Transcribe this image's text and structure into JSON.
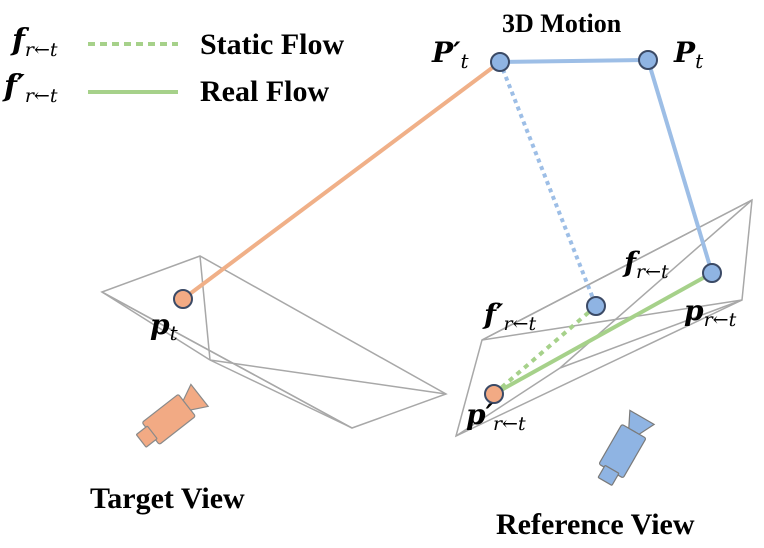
{
  "legend": {
    "static": {
      "symbol": "f",
      "prime": "",
      "subscript": "r←t",
      "label": "Static Flow"
    },
    "real": {
      "symbol": "f",
      "prime": "′",
      "subscript": "r←t",
      "label": "Real Flow"
    }
  },
  "labels": {
    "motion_title": "3D Motion",
    "P_prime_t": {
      "base": "P",
      "prime": "′",
      "subscript": "t"
    },
    "P_t": {
      "base": "P",
      "subscript": "t"
    },
    "p_t": {
      "base": "p",
      "subscript": "t"
    },
    "f_prime_rt": {
      "base": "f",
      "prime": "′",
      "subscript": "r←t"
    },
    "f_rt": {
      "base": "f",
      "subscript": "r←t"
    },
    "p_prime_rt": {
      "base": "p",
      "prime": "′",
      "subscript": "r←t"
    },
    "p_rt": {
      "base": "p",
      "subscript": "r←t"
    },
    "target_view": "Target View",
    "reference_view": "Reference View"
  },
  "colors": {
    "orange": "#F2AA84",
    "orange_line": "#F0B088",
    "blue": "#8FB4E3",
    "blue_line": "#9DBEE6",
    "green": "#A6D18A",
    "frustum": "#A8A8A8",
    "point_stroke": "#3B4A66"
  },
  "icons": {
    "target_camera": "camera-icon",
    "reference_camera": "camera-icon"
  }
}
